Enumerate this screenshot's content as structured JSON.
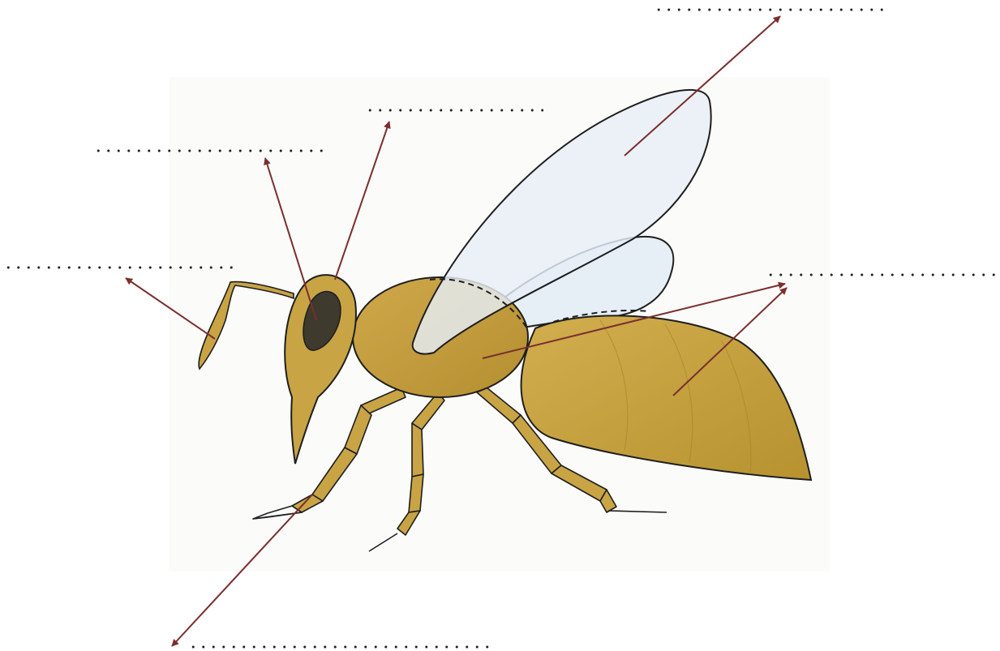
{
  "worksheet": {
    "answer_blanks": [
      {
        "id": "blank-wing",
        "value": ""
      },
      {
        "id": "blank-head-top",
        "value": ""
      },
      {
        "id": "blank-eye",
        "value": ""
      },
      {
        "id": "blank-antenna",
        "value": ""
      },
      {
        "id": "blank-thorax-abd",
        "value": ""
      },
      {
        "id": "blank-leg",
        "value": ""
      }
    ]
  },
  "colors": {
    "arrow": "#7a2e2e",
    "body_fill": "#c9a445",
    "body_shade": "#b28c2e",
    "wing_fill": "#e6eef6",
    "outline": "#1e1e1e",
    "eye": "#3f3a2e",
    "background_panel": "#fbfbfa"
  },
  "icons": [
    "bee-illustration",
    "arrow-icon"
  ]
}
